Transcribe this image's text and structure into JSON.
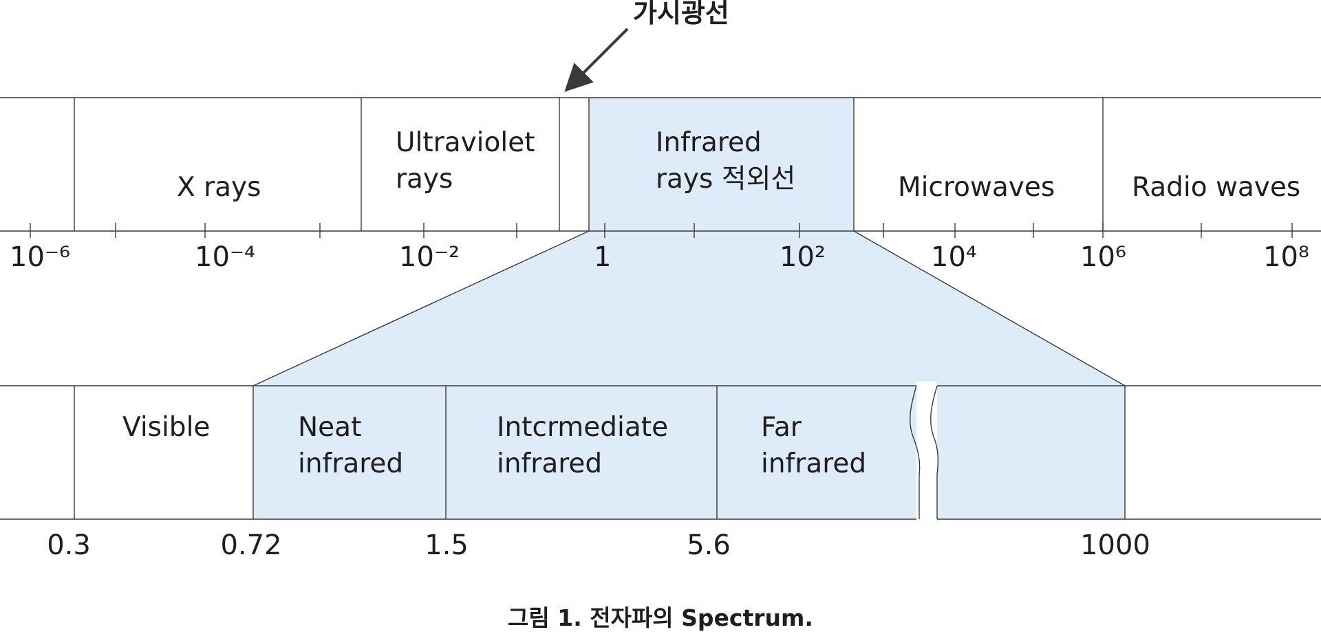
{
  "callout": {
    "label": "가시광선"
  },
  "top_scale": {
    "bands": [
      {
        "lines": [
          "X rays"
        ]
      },
      {
        "lines": [
          "Ultraviolet",
          "rays"
        ]
      },
      {
        "lines": [
          "Infrared",
          "rays 적외선"
        ],
        "highlighted": true
      },
      {
        "lines": [
          "Microwaves"
        ]
      },
      {
        "lines": [
          "Radio waves"
        ]
      }
    ],
    "ticks": [
      {
        "base": "10",
        "exp": "-6"
      },
      {
        "base": "10",
        "exp": "-4"
      },
      {
        "base": "10",
        "exp": "-2"
      },
      {
        "base": "1",
        "exp": ""
      },
      {
        "base": "10",
        "exp": "2"
      },
      {
        "base": "10",
        "exp": "4"
      },
      {
        "base": "10",
        "exp": "6"
      },
      {
        "base": "10",
        "exp": "8"
      }
    ]
  },
  "bottom_scale": {
    "bands": [
      {
        "lines": [
          "Visible"
        ]
      },
      {
        "lines": [
          "Neat",
          "infrared"
        ],
        "highlighted": true
      },
      {
        "lines": [
          "Intcrmediate",
          "infrared"
        ],
        "highlighted": true
      },
      {
        "lines": [
          "Far",
          "infrared"
        ],
        "highlighted": true
      }
    ],
    "ticks": [
      "0.3",
      "0.72",
      "1.5",
      "5.6",
      "1000"
    ]
  },
  "caption": "그림 1. 전자파의 Spectrum.",
  "colors": {
    "highlight": "#deebf8",
    "line": "#3a3a3a",
    "text": "#1e1e1e"
  }
}
